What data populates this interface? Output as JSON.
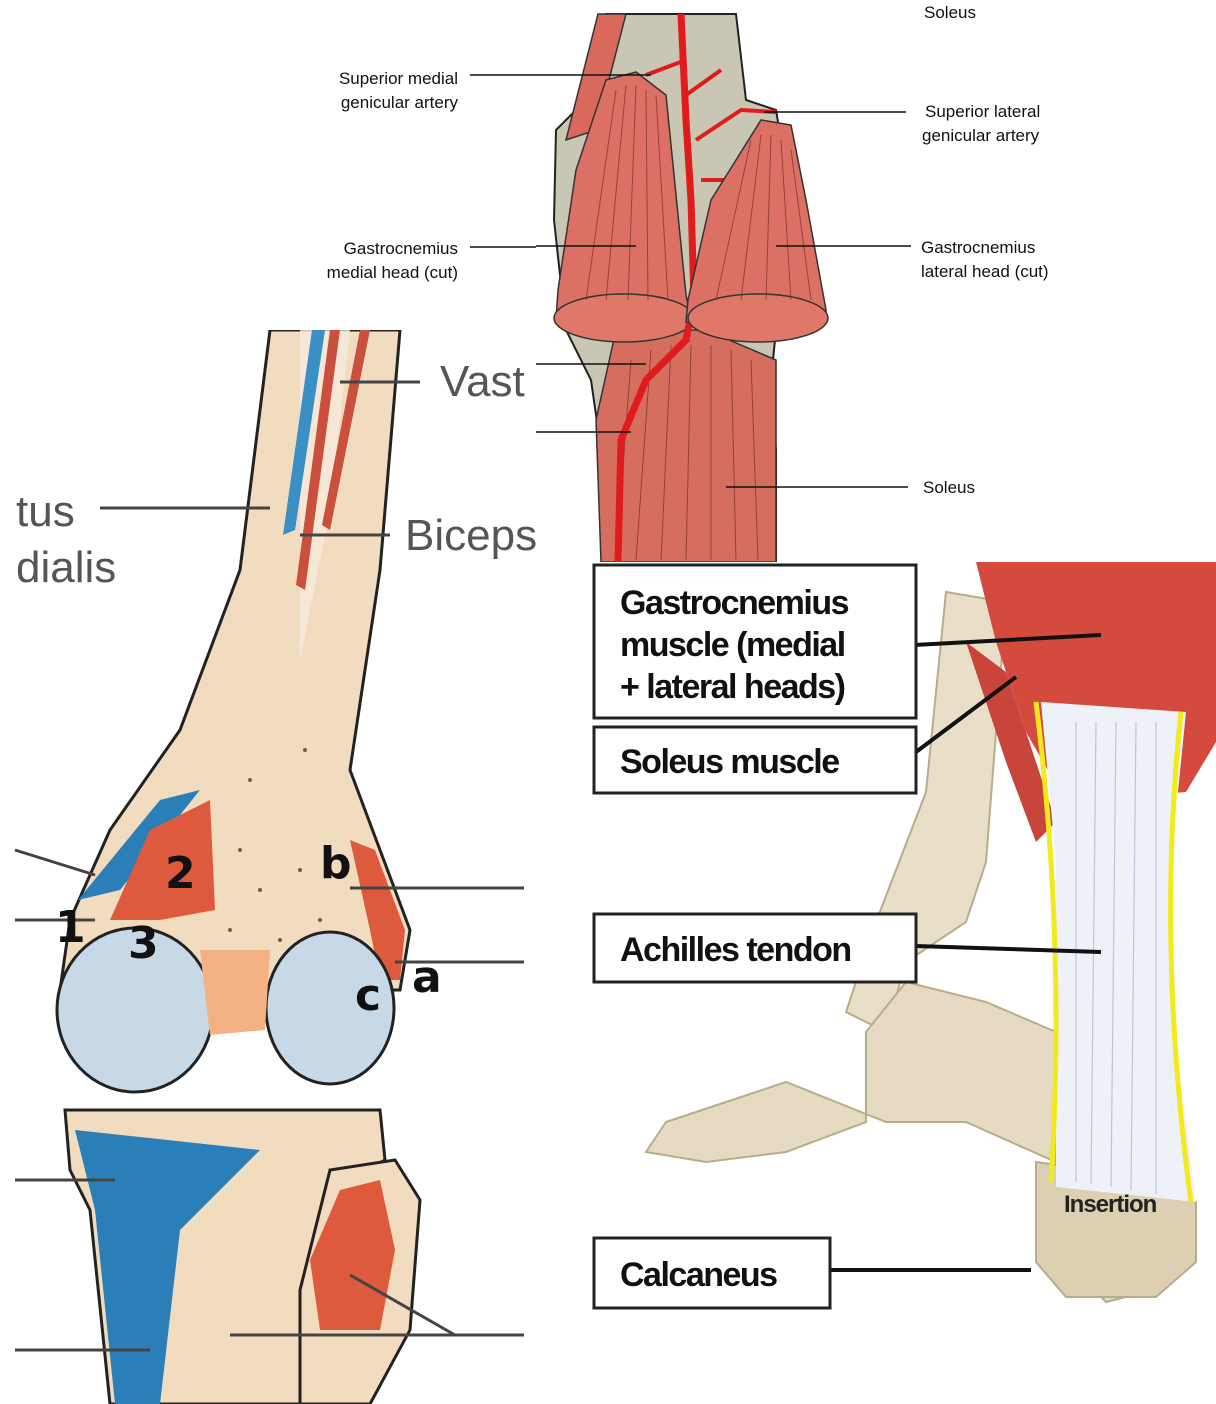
{
  "knee_posterior": {
    "labels": {
      "soleus_top": "Soleus",
      "superior_medial_1": "Superior medial",
      "superior_medial_2": "genicular artery",
      "superior_lateral_1": "Superior lateral",
      "superior_lateral_2": "genicular artery",
      "gastroc_medial_1": "Gastrocnemius",
      "gastroc_medial_2": "medial head (cut)",
      "gastroc_lateral_1": "Gastrocnemius",
      "gastroc_lateral_2": "lateral head (cut)",
      "soleus_bottom": "Soleus"
    }
  },
  "femur": {
    "labels": {
      "vast": "Vast",
      "tus": "tus",
      "dialis": "dialis",
      "biceps": "Biceps",
      "num_1": "1",
      "num_2": "2",
      "num_3": "3",
      "let_a": "a",
      "let_b": "b",
      "let_c": "c"
    }
  },
  "achilles": {
    "boxes": {
      "gastroc_1": "Gastrocnemius",
      "gastroc_2": "muscle (medial",
      "gastroc_3": "+ lateral heads)",
      "soleus": "Soleus muscle",
      "achilles": "Achilles tendon",
      "calcaneus": "Calcaneus"
    },
    "insertion": "Insertion"
  },
  "colors": {
    "muscle": "#d9695c",
    "artery": "#e01b1b",
    "bone": "#efe6d2",
    "tendon_outline": "#f2ea1a",
    "attachment_blue": "#2a7fb8",
    "attachment_red": "#de5a3c"
  }
}
